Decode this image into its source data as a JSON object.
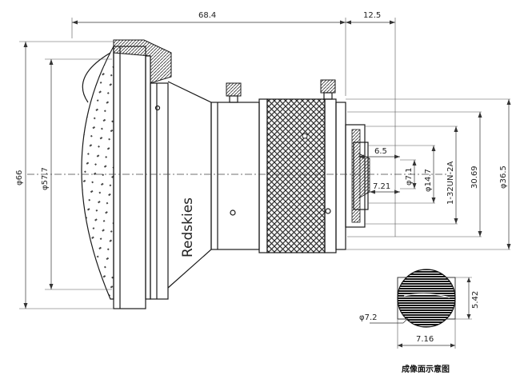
{
  "drawing": {
    "brand": "Redskies",
    "caption": "成像面示意图",
    "dimensions": {
      "length": "68.4",
      "flange": "12.5",
      "outer_dia": "φ66",
      "front_dia": "φ57.7",
      "mount_len": "6.5",
      "inner_len": "7.21",
      "dia_7_1": "φ7.1",
      "dia_14_7": "φ14.7",
      "thread": "1-32UN-2A",
      "dia_30_69": "30.69",
      "dia_36_5": "φ36.5",
      "sensor_h": "5.42",
      "sensor_w": "7.16",
      "image_circle": "φ7.2"
    }
  }
}
